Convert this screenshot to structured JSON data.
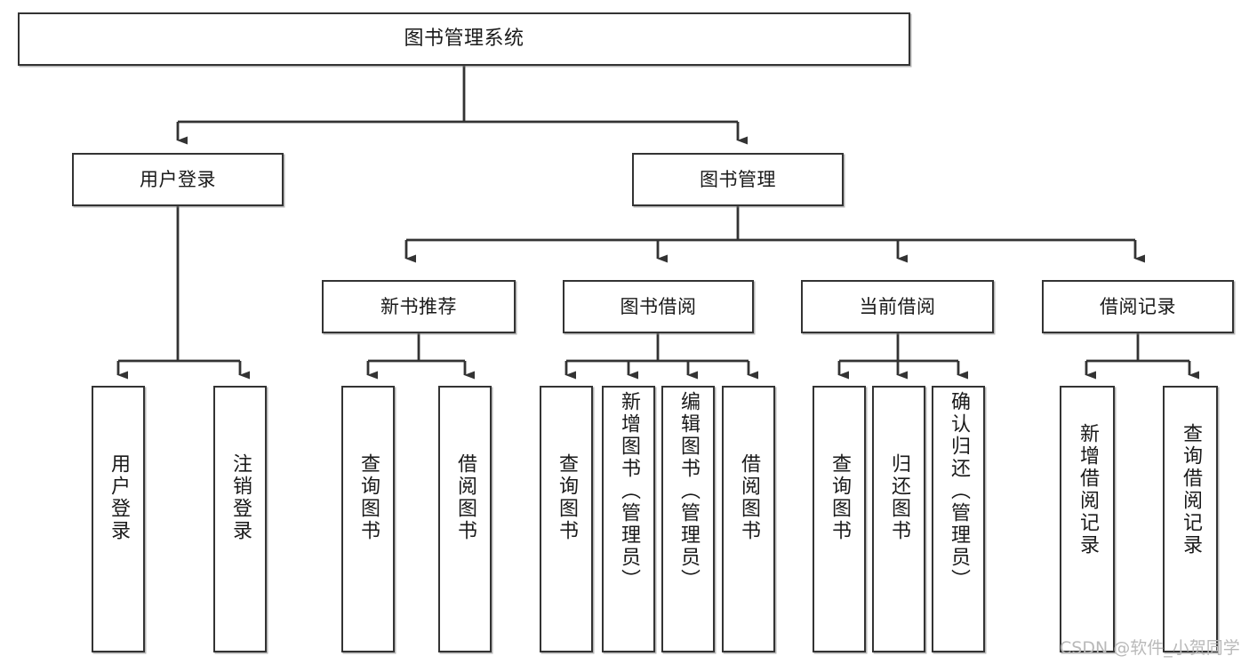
{
  "diagram": {
    "title": "图书管理系统",
    "type": "tree",
    "watermark": "CSDN @软件_小贺同学",
    "colors": {
      "node_border": "#333333",
      "node_fill": "#ffffff",
      "edge": "#333333",
      "text": "#1a1a1a",
      "watermark": "#b9b9b9",
      "background": "#ffffff"
    },
    "nodes": {
      "root": {
        "label": "图书管理系统",
        "level": 0,
        "orientation": "horizontal"
      },
      "l1": [
        {
          "id": "user_login",
          "label": "用户登录",
          "level": 1,
          "orientation": "horizontal"
        },
        {
          "id": "book_mgmt",
          "label": "图书管理",
          "level": 1,
          "orientation": "horizontal"
        }
      ],
      "l2": [
        {
          "id": "new_book_rec",
          "label": "新书推荐",
          "level": 2,
          "orientation": "horizontal",
          "parent": "book_mgmt"
        },
        {
          "id": "book_borrow",
          "label": "图书借阅",
          "level": 2,
          "orientation": "horizontal",
          "parent": "book_mgmt"
        },
        {
          "id": "current_borrow",
          "label": "当前借阅",
          "level": 2,
          "orientation": "horizontal",
          "parent": "book_mgmt"
        },
        {
          "id": "borrow_record",
          "label": "借阅记录",
          "level": 2,
          "orientation": "horizontal",
          "parent": "book_mgmt"
        }
      ],
      "leaves": [
        {
          "id": "leaf_user_login",
          "label": "用户登录",
          "parent": "user_login"
        },
        {
          "id": "leaf_logout",
          "label": "注销登录",
          "parent": "user_login"
        },
        {
          "id": "leaf_query_book_rec",
          "label": "查询图书",
          "parent": "new_book_rec"
        },
        {
          "id": "leaf_borrow_book_rec",
          "label": "借阅图书",
          "parent": "new_book_rec"
        },
        {
          "id": "leaf_query_book_b",
          "label": "查询图书",
          "parent": "book_borrow"
        },
        {
          "id": "leaf_add_book",
          "label": "新增图书（管理员）",
          "parent": "book_borrow"
        },
        {
          "id": "leaf_edit_book",
          "label": "编辑图书（管理员）",
          "parent": "book_borrow"
        },
        {
          "id": "leaf_borrow_book",
          "label": "借阅图书",
          "parent": "book_borrow"
        },
        {
          "id": "leaf_query_book_c",
          "label": "查询图书",
          "parent": "current_borrow"
        },
        {
          "id": "leaf_return_book",
          "label": "归还图书",
          "parent": "current_borrow"
        },
        {
          "id": "leaf_confirm_return",
          "label": "确认归还（管理员）",
          "parent": "current_borrow"
        },
        {
          "id": "leaf_add_record",
          "label": "新增借阅记录",
          "parent": "borrow_record"
        },
        {
          "id": "leaf_query_record",
          "label": "查询借阅记录",
          "parent": "borrow_record"
        }
      ]
    }
  }
}
